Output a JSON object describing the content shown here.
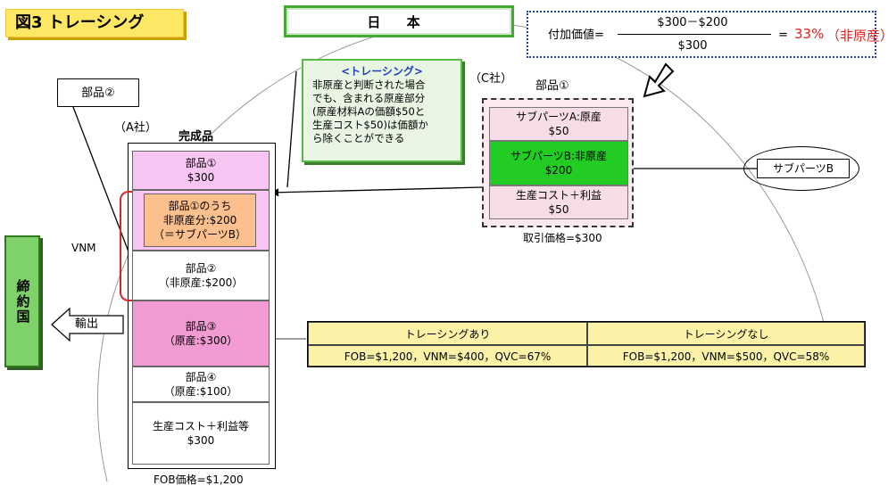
{
  "title": "図3 トレーシング",
  "country_top": "日 本",
  "formula": {
    "label": "付加価値=",
    "numerator": "$300－$200",
    "denominator": "$300",
    "equals": "=",
    "result_pct": "33%",
    "result_note": "（非原産）"
  },
  "tracing_note": {
    "heading": "<トレーシング>",
    "lines": [
      "非原産と判断された場合",
      "でも、含まれる原産部分",
      "(原産材料Aの価額$50と",
      "生産コスト$50)は価額か",
      "ら除くことができる"
    ]
  },
  "part2_label": "部品②",
  "company_a": "（A社）",
  "finished_label": "完成品",
  "company_c": "（C社）",
  "part1_label": "部品①",
  "company_c_rows": [
    {
      "line1": "サブパーツA:原産",
      "line2": "$50"
    },
    {
      "line1": "サブパーツB:非原産",
      "line2": "$200"
    },
    {
      "line1": "生産コスト＋利益",
      "line2": "$50"
    }
  ],
  "transaction_price": "取引価格=$300",
  "sub_part_b": "サブパーツB",
  "product_rows": [
    {
      "line1": "部品①",
      "line2": "$300"
    },
    {
      "line1": "部品①のうち",
      "line2": "非原産分:$200",
      "line3": "（＝サブパーツB）"
    },
    {
      "line1": "部品②",
      "line2": "（非原産:$200）"
    },
    {
      "line1": "部品③",
      "line2": "（原産:$300）"
    },
    {
      "line1": "部品④",
      "line2": "（原産:$100）"
    },
    {
      "line1": "生産コスト＋利益等",
      "line2": "$300"
    }
  ],
  "fob_price": "FOB価格=$1,200",
  "vnm": "VNM",
  "treaty_country": "締約国",
  "export": "輸出",
  "compare_table": {
    "headers": [
      "トレーシングあり",
      "トレーシングなし"
    ],
    "values": [
      "FOB=$1,200，VNM=$400，QVC=67%",
      "FOB=$1,200，VNM=$500，QVC=58%"
    ]
  },
  "colors": {
    "title_bg": "#ffe766",
    "green_accent": "#44aa33",
    "formula_border": "#1f3fbf",
    "result_red": "#e0201e",
    "part1_pink": "#f9c6f4",
    "part1_nonorigin_orange": "#fbc08e",
    "part3_magenta": "#f29ad2",
    "sub_b_green": "#22cc22",
    "vnm_red": "#d62728",
    "table_bg": "#fbf2a8"
  }
}
